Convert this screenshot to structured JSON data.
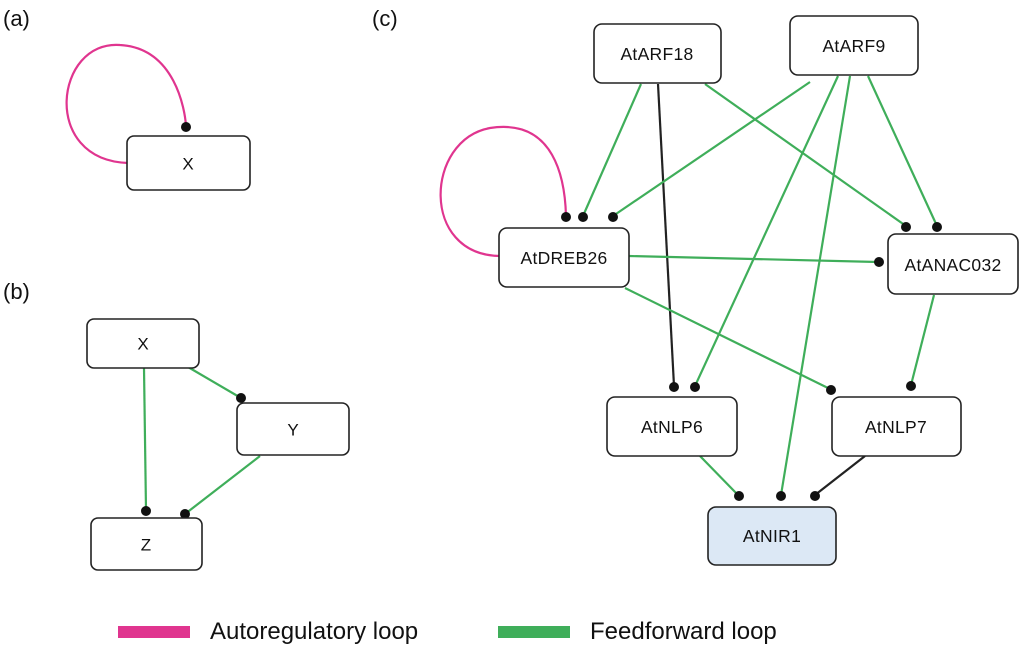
{
  "panels": {
    "a": "(a)",
    "b": "(b)",
    "c": "(c)"
  },
  "colors": {
    "autoregulatory": "#e0358f",
    "feedforward": "#3fae5a",
    "other": "#222222",
    "target_fill": "#dce8f5"
  },
  "nodes": {
    "a_x": "X",
    "b_x": "X",
    "b_y": "Y",
    "b_z": "Z",
    "arf18": "AtARF18",
    "arf9": "AtARF9",
    "dreb26": "AtDREB26",
    "anac032": "AtANAC032",
    "nlp6": "AtNLP6",
    "nlp7": "AtNLP7",
    "nir1": "AtNIR1"
  },
  "edges": [
    {
      "from": "a_x",
      "to": "a_x",
      "loop": "autoregulatory"
    },
    {
      "from": "b_x",
      "to": "b_y",
      "loop": "feedforward"
    },
    {
      "from": "b_x",
      "to": "b_z",
      "loop": "feedforward"
    },
    {
      "from": "b_y",
      "to": "b_z",
      "loop": "feedforward"
    },
    {
      "from": "dreb26",
      "to": "dreb26",
      "loop": "autoregulatory"
    },
    {
      "from": "arf18",
      "to": "dreb26",
      "loop": "feedforward"
    },
    {
      "from": "arf18",
      "to": "anac032",
      "loop": "feedforward"
    },
    {
      "from": "arf18",
      "to": "nlp6",
      "loop": "other"
    },
    {
      "from": "arf9",
      "to": "dreb26",
      "loop": "feedforward"
    },
    {
      "from": "arf9",
      "to": "anac032",
      "loop": "feedforward"
    },
    {
      "from": "arf9",
      "to": "nlp6",
      "loop": "feedforward"
    },
    {
      "from": "arf9",
      "to": "nir1",
      "loop": "feedforward"
    },
    {
      "from": "dreb26",
      "to": "anac032",
      "loop": "feedforward"
    },
    {
      "from": "dreb26",
      "to": "nlp7",
      "loop": "feedforward"
    },
    {
      "from": "anac032",
      "to": "nlp7",
      "loop": "feedforward"
    },
    {
      "from": "nlp6",
      "to": "nir1",
      "loop": "feedforward"
    },
    {
      "from": "nlp7",
      "to": "nir1",
      "loop": "other"
    }
  ],
  "legend": {
    "autoregulatory": "Autoregulatory loop",
    "feedforward": "Feedforward loop"
  }
}
